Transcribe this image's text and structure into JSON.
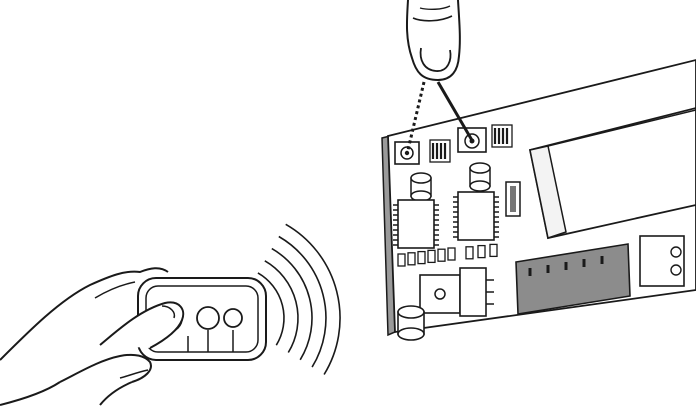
{
  "diagram": {
    "scene": "remote-pairing-illustration",
    "colors": {
      "ink": "#1a1a1a",
      "board_fill": "#ffffff",
      "board_shadow": "#9a9a9a",
      "component_dark": "#2b2b2b",
      "component_mid": "#777777",
      "terminal_fill": "#8c8c8c",
      "panel_fill": "#f3f3f3"
    },
    "icons": {
      "finger": "pointing-finger-icon",
      "hand": "hand-holding-remote-icon",
      "remote": "remote-control-icon",
      "signal": "radio-signal-waves-icon"
    },
    "remote": {
      "button_count": 3,
      "pressed_button": 1
    },
    "signal_wave_count": 5,
    "board_buttons": [
      "learn-button-dotted",
      "learn-button-solid"
    ]
  }
}
